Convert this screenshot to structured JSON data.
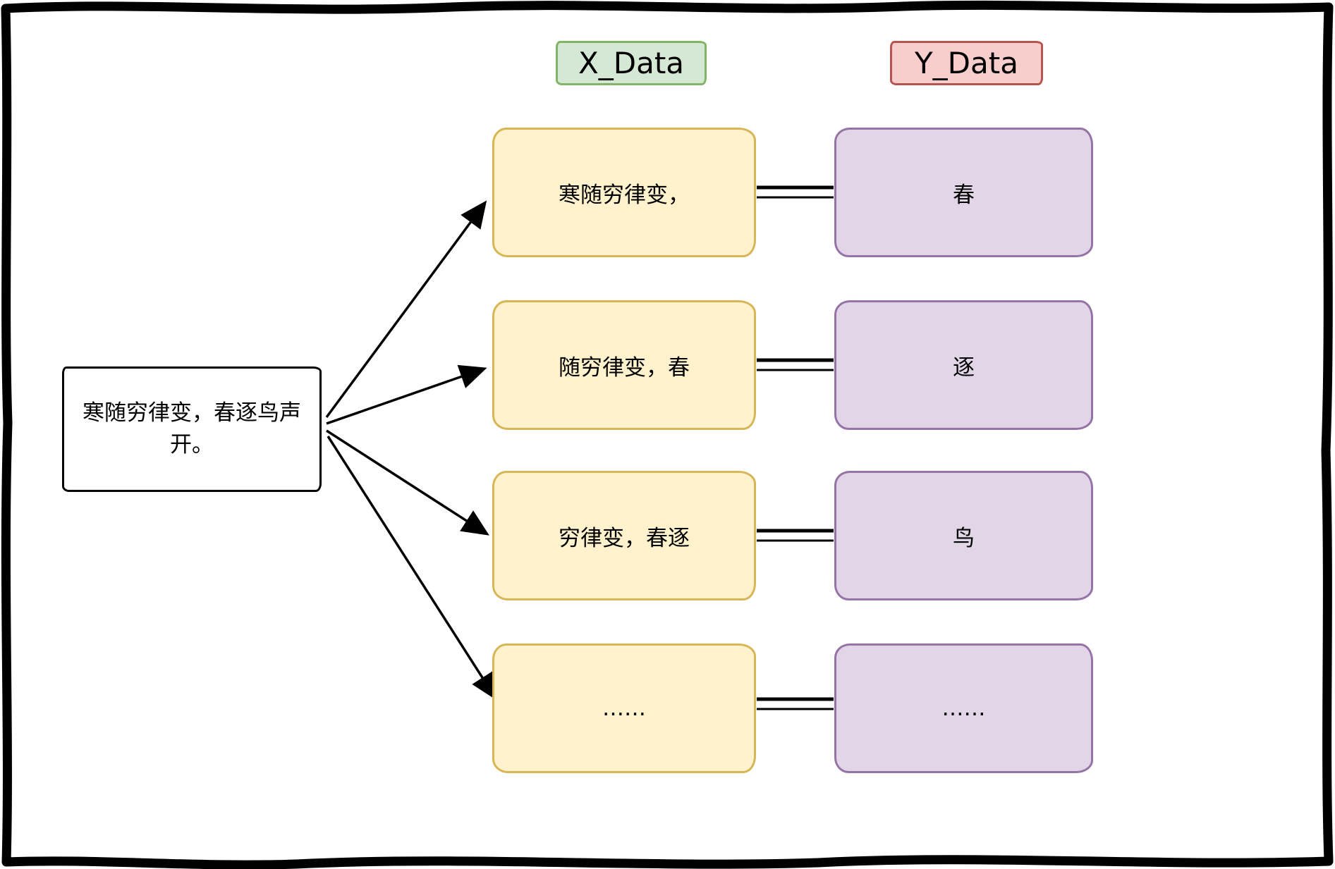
{
  "diagram": {
    "title_context": "language-model sliding-window training pairs",
    "headers": {
      "x": "X_Data",
      "y": "Y_Data"
    },
    "source": {
      "text": "寒随穷律变，春逐鸟声开。"
    },
    "rows": [
      {
        "x": "寒随穷律变，",
        "y": "春"
      },
      {
        "x": "随穷律变，春",
        "y": "逐"
      },
      {
        "x": "穷律变，春逐",
        "y": "鸟"
      },
      {
        "x": "……",
        "y": "……"
      }
    ],
    "colors": {
      "x_header_fill": "#d5e8d4",
      "x_header_border": "#82b366",
      "y_header_fill": "#f8cecc",
      "y_header_border": "#b85450",
      "x_box_fill": "#fff2cc",
      "x_box_border": "#d6b656",
      "y_box_fill": "#e1d5e7",
      "y_box_border": "#9673a6",
      "line_color": "#000000",
      "frame_color": "#000000"
    }
  }
}
